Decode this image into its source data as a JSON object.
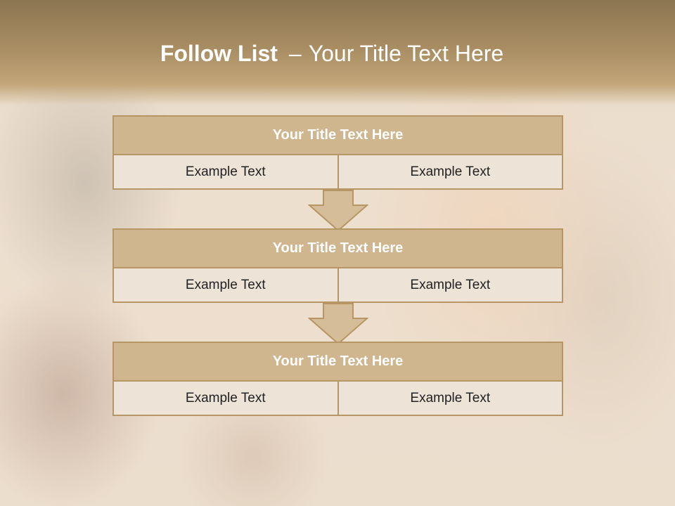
{
  "slide": {
    "title_bold": "Follow List",
    "title_dash": "–",
    "title_rest": "Your Title Text Here"
  },
  "blocks": [
    {
      "title": "Your Title Text Here",
      "left": "Example Text",
      "right": "Example Text"
    },
    {
      "title": "Your Title Text Here",
      "left": "Example Text",
      "right": "Example Text"
    },
    {
      "title": "Your Title Text Here",
      "left": "Example Text",
      "right": "Example Text"
    }
  ],
  "colors": {
    "header": "#a88d62",
    "block_title_fill": "#d0b68f",
    "block_border": "#b79666",
    "cell_fill": "#eee3d7",
    "arrow_fill": "#d5bd99"
  }
}
